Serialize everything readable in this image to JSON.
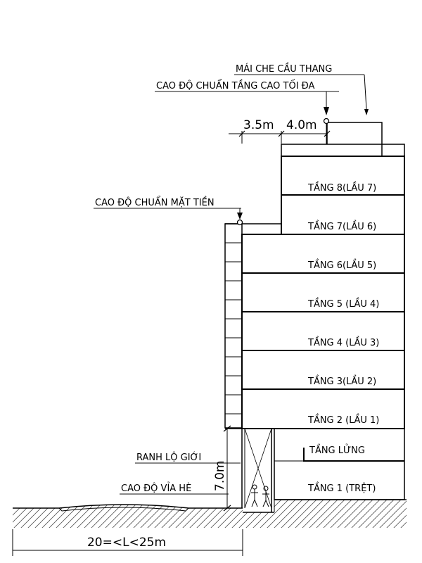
{
  "labels": {
    "stair_roof": "MÁI CHE CẦU THANG",
    "max_height_ref": "CAO ĐỘ CHUẨN TẦNG CAO TỐI ĐA",
    "facade_height_ref": "CAO ĐỘ CHUẨN MẶT TIỀN",
    "road_boundary": "RANH LỘ GIỚI",
    "sidewalk_level": "CAO ĐỘ VỈA HÈ"
  },
  "dimensions": {
    "setback_1": "3.5m",
    "setback_2": "4.0m",
    "ground_floor_height": "7.0m",
    "road_width": "20=<L<25m"
  },
  "floors": [
    "TẦNG 8(LẦU 7)",
    "TẦNG 7(LẦU 6)",
    "TẦNG 6(LẦU 5)",
    "TẦNG 5 (LẦU 4)",
    "TẦNG 4 (LẦU 3)",
    "TẦNG 3(LẦU 2)",
    "TẦNG 2 (LẦU 1)",
    "TẦNG LỬNG",
    "TẦNG 1 (TRỆT)"
  ],
  "colors": {
    "leader_gray": "#888888",
    "line": "#000000"
  }
}
